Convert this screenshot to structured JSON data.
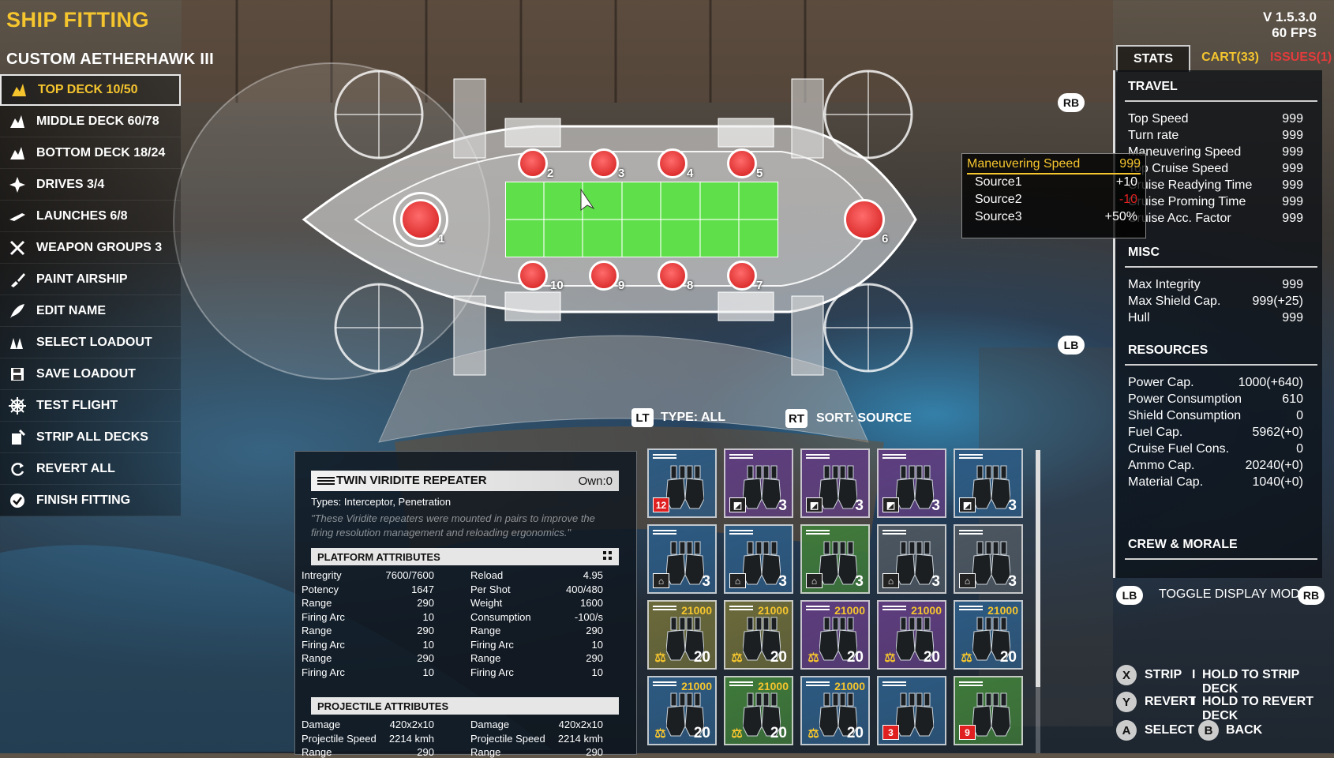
{
  "header": {
    "title": "SHIP FITTING",
    "ship_name": "CUSTOM AETHERHAWK III",
    "version": "V 1.5.3.0",
    "fps": "60 FPS"
  },
  "menu": [
    {
      "label": "TOP DECK 10/50",
      "icon": "top-deck-icon",
      "active": true
    },
    {
      "label": "MIDDLE DECK 60/78",
      "icon": "middle-deck-icon"
    },
    {
      "label": "BOTTOM DECK 18/24",
      "icon": "bottom-deck-icon"
    },
    {
      "label": "DRIVES 3/4",
      "icon": "propeller-icon"
    },
    {
      "label": "LAUNCHES 6/8",
      "icon": "launch-icon"
    },
    {
      "label": "WEAPON GROUPS 3",
      "icon": "crossed-swords-icon"
    },
    {
      "label": "PAINT AIRSHIP",
      "icon": "paintbrush-icon"
    },
    {
      "label": "EDIT NAME",
      "icon": "quill-icon"
    },
    {
      "label": "SELECT LOADOUT",
      "icon": "loadout-icon"
    },
    {
      "label": "SAVE LOADOUT",
      "icon": "save-icon"
    },
    {
      "label": "TEST FLIGHT",
      "icon": "ship-wheel-icon"
    },
    {
      "label": "STRIP ALL DECKS",
      "icon": "strip-icon"
    },
    {
      "label": "REVERT ALL",
      "icon": "revert-icon"
    },
    {
      "label": "FINISH FITTING",
      "icon": "checkmark-icon"
    }
  ],
  "tabs": {
    "stats": "STATS",
    "cart": "CART(33)",
    "issues": "ISSUES(1)"
  },
  "stats": {
    "travel_title": "TRAVEL",
    "travel": [
      {
        "label": "Top Speed",
        "value": "999"
      },
      {
        "label": "Turn rate",
        "value": "999"
      },
      {
        "label": "Maneuvering Speed",
        "value": "999"
      },
      {
        "label": "Top Cruise Speed",
        "value": "999"
      },
      {
        "label": "Cruise Readying Time",
        "value": "999"
      },
      {
        "label": "Cruise Proming Time",
        "value": "999"
      },
      {
        "label": "Cruise Acc. Factor",
        "value": "999"
      }
    ],
    "misc_title": "MISC",
    "misc": [
      {
        "label": "Max Integrity",
        "value": "999"
      },
      {
        "label": "Max Shield Cap.",
        "value": "999(+25)"
      },
      {
        "label": "Hull",
        "value": "999"
      }
    ],
    "resources_title": "RESOURCES",
    "resources": [
      {
        "label": "Power  Cap.",
        "value": "1000(+640)"
      },
      {
        "label": "Power Consumption",
        "value": "610"
      },
      {
        "label": "Shield Consumption",
        "value": "0"
      },
      {
        "label": "Fuel Cap.",
        "value": "5962(+0)"
      },
      {
        "label": "Cruise Fuel Cons.",
        "value": "0"
      },
      {
        "label": "Ammo Cap.",
        "value": "20240(+0)"
      },
      {
        "label": "Material Cap.",
        "value": "1040(+0)"
      }
    ],
    "crew_title": "CREW & MORALE"
  },
  "tooltip": {
    "title": "Maneuvering Speed",
    "value": "999",
    "rows": [
      {
        "label": "Source1",
        "value": "+10",
        "color": "#ffffff"
      },
      {
        "label": "Source2",
        "value": "-10",
        "color": "#e02020"
      },
      {
        "label": "Source3",
        "value": "+50%",
        "color": "#ffffff"
      }
    ]
  },
  "buttons": {
    "rb": "RB",
    "lb": "LB",
    "lt": "LT",
    "rt": "RT",
    "toggle_display": "TOGGLE DISPLAY MODE",
    "x": "X",
    "y": "Y",
    "a": "A",
    "b": "B",
    "strip": "STRIP",
    "hold_strip": "HOLD TO STRIP DECK",
    "revert": "REVERT",
    "hold_revert": "HOLD TO REVERT DECK",
    "select": "SELECT",
    "back": "BACK",
    "sep": "I"
  },
  "filters": {
    "type": "TYPE: ALL",
    "sort": "SORT: SOURCE"
  },
  "slots": [
    "1",
    "2",
    "3",
    "4",
    "5",
    "6",
    "7",
    "8",
    "9",
    "10"
  ],
  "weapon": {
    "name": "TWIN VIRIDITE REPEATER",
    "own": "Own:0",
    "types": "Types: Interceptor, Penetration",
    "description": "\"These Viridite repeaters were mounted in pairs to improve the firing resolution management and reloading ergonomics.\"",
    "platform_title": "PLATFORM ATTRIBUTES",
    "platform_left": [
      {
        "label": "Intregrity",
        "value": "7600/7600"
      },
      {
        "label": "Potency",
        "value": "1647"
      },
      {
        "label": "Range",
        "value": "290"
      },
      {
        "label": "Firing Arc",
        "value": "10"
      },
      {
        "label": "Range",
        "value": "290"
      },
      {
        "label": "Firing Arc",
        "value": "10"
      },
      {
        "label": "Range",
        "value": "290"
      },
      {
        "label": "Firing Arc",
        "value": "10"
      }
    ],
    "platform_right": [
      {
        "label": "Reload",
        "value": "4.95"
      },
      {
        "label": "Per Shot",
        "value": "400/480"
      },
      {
        "label": "Weight",
        "value": "1600"
      },
      {
        "label": "Consumption",
        "value": "-100/s"
      },
      {
        "label": "Range",
        "value": "290"
      },
      {
        "label": "Firing Arc",
        "value": "10"
      },
      {
        "label": "Range",
        "value": "290"
      },
      {
        "label": "Firing Arc",
        "value": "10"
      }
    ],
    "projectile_title": "PROJECTILE ATTRIBUTES",
    "projectile_left": [
      {
        "label": "Damage",
        "value": "420x2x10"
      },
      {
        "label": "Projectile Speed",
        "value": "2214 kmh"
      },
      {
        "label": "Range",
        "value": "290"
      }
    ],
    "projectile_right": [
      {
        "label": "Damage",
        "value": "420x2x10"
      },
      {
        "label": "Projectile Speed",
        "value": "2214 kmh"
      },
      {
        "label": "Range",
        "value": "290"
      }
    ]
  },
  "inventory": [
    {
      "bg": "blue",
      "count": "",
      "badge": "12",
      "badge_type": "red",
      "price": ""
    },
    {
      "bg": "purple",
      "count": "3",
      "badge": "◩",
      "badge_type": "grey",
      "price": ""
    },
    {
      "bg": "purple",
      "count": "3",
      "badge": "◩",
      "badge_type": "grey",
      "price": ""
    },
    {
      "bg": "purple",
      "count": "3",
      "badge": "◩",
      "badge_type": "grey",
      "price": ""
    },
    {
      "bg": "blue",
      "count": "3",
      "badge": "◩",
      "badge_type": "grey",
      "price": ""
    },
    {
      "bg": "blue",
      "count": "3",
      "badge": "⌂",
      "badge_type": "home",
      "price": ""
    },
    {
      "bg": "blue",
      "count": "3",
      "badge": "⌂",
      "badge_type": "home",
      "price": ""
    },
    {
      "bg": "green",
      "count": "3",
      "badge": "⌂",
      "badge_type": "home",
      "price": ""
    },
    {
      "bg": "grey",
      "count": "3",
      "badge": "⌂",
      "badge_type": "home",
      "price": ""
    },
    {
      "bg": "grey",
      "count": "3",
      "badge": "⌂",
      "badge_type": "home",
      "price": ""
    },
    {
      "bg": "olive",
      "count": "20",
      "badge": "⚖",
      "badge_type": "scale",
      "price": "21000"
    },
    {
      "bg": "olive",
      "count": "20",
      "badge": "⚖",
      "badge_type": "scale",
      "price": "21000"
    },
    {
      "bg": "purple",
      "count": "20",
      "badge": "⚖",
      "badge_type": "scale",
      "price": "21000"
    },
    {
      "bg": "purple",
      "count": "20",
      "badge": "⚖",
      "badge_type": "scale",
      "price": "21000"
    },
    {
      "bg": "blue",
      "count": "20",
      "badge": "⚖",
      "badge_type": "scale",
      "price": "21000"
    },
    {
      "bg": "blue",
      "count": "20",
      "badge": "⚖",
      "badge_type": "scale",
      "price": "21000"
    },
    {
      "bg": "green",
      "count": "20",
      "badge": "⚖",
      "badge_type": "scale",
      "price": "21000"
    },
    {
      "bg": "blue",
      "count": "20",
      "badge": "⚖",
      "badge_type": "scale",
      "price": "21000"
    },
    {
      "bg": "blue",
      "count": "",
      "badge": "3",
      "badge_type": "red",
      "price": ""
    },
    {
      "bg": "green",
      "count": "",
      "badge": "9",
      "badge_type": "red",
      "price": ""
    }
  ],
  "colors": {
    "accent": "#f5c52e",
    "issue": "#e23b3b",
    "slot": "#e02020",
    "deck_green": "#5fe04a"
  }
}
